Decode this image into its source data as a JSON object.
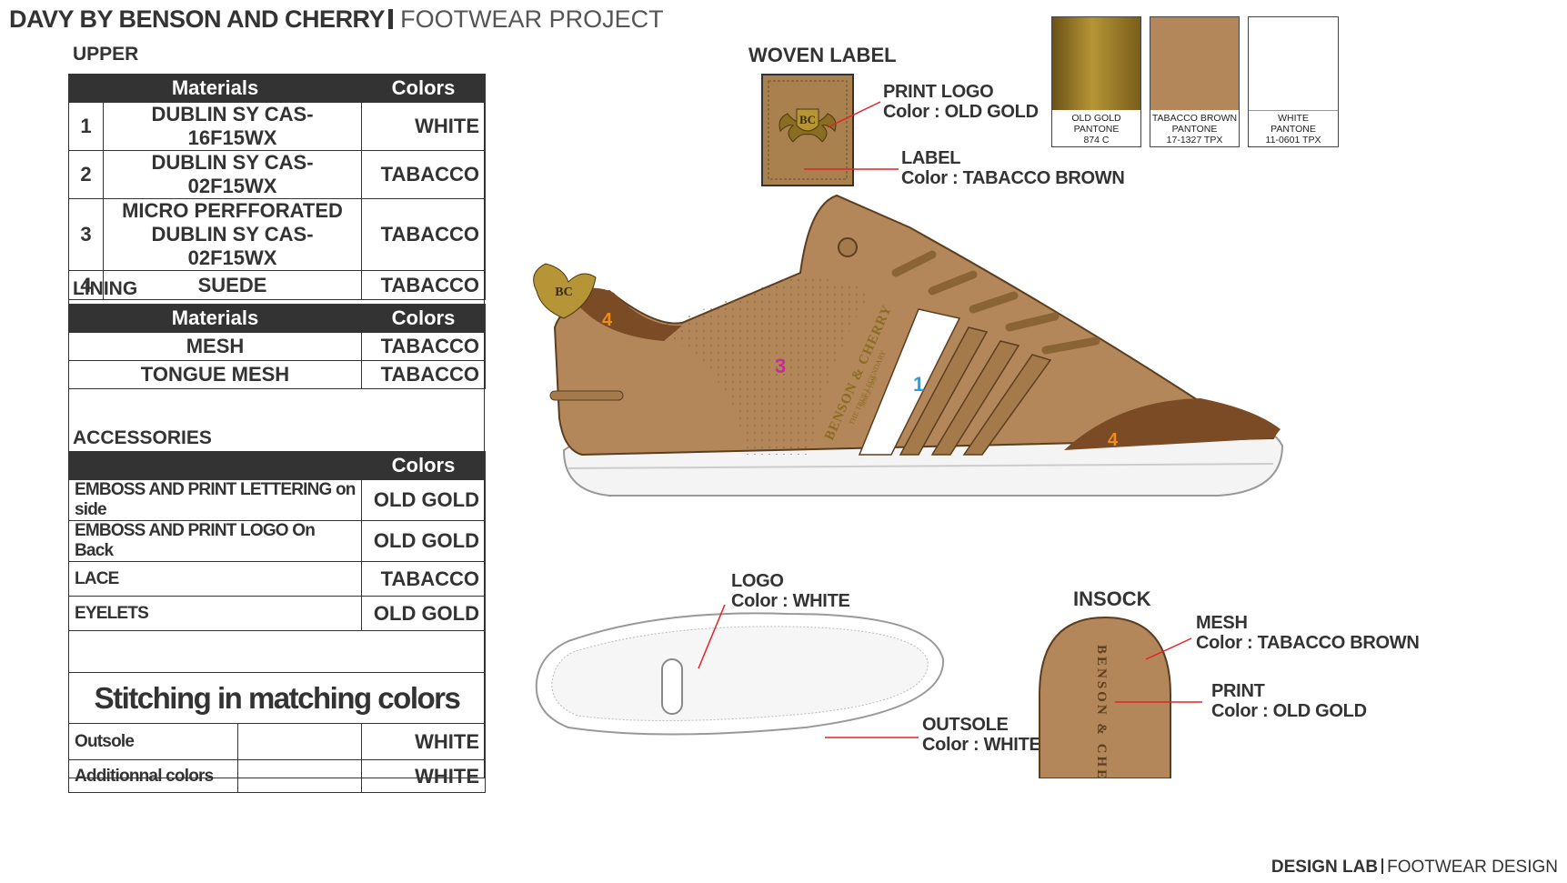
{
  "header": {
    "brand": "DAVY BY BENSON AND CHERRY",
    "project": "FOOTWEAR PROJECT"
  },
  "upper": {
    "title": "UPPER",
    "col_materials": "Materials",
    "col_colors": "Colors",
    "rows": [
      {
        "num": "1",
        "material": "DUBLIN SY  CAS-16F15WX",
        "color": "WHITE"
      },
      {
        "num": "2",
        "material": "DUBLIN SY  CAS-02F15WX",
        "color": "TABACCO"
      },
      {
        "num": "3",
        "material": "MICRO PERFFORATED",
        "material2": "DUBLIN SY  CAS-02F15WX",
        "color": "TABACCO"
      },
      {
        "num": "4",
        "material": "SUEDE",
        "color": "TABACCO"
      }
    ]
  },
  "lining": {
    "title": "LINING",
    "col_materials": "Materials",
    "col_colors": "Colors",
    "rows": [
      {
        "material": "MESH",
        "color": "TABACCO"
      },
      {
        "material": "TONGUE MESH",
        "color": "TABACCO"
      }
    ]
  },
  "accessories": {
    "title": "ACCESSORIES",
    "col_colors": "Colors",
    "rows": [
      {
        "item": "EMBOSS AND PRINT LETTERING on side",
        "color": "OLD GOLD"
      },
      {
        "item": "EMBOSS AND PRINT LOGO On Back",
        "color": "OLD GOLD"
      },
      {
        "item": "LACE",
        "color": "TABACCO"
      },
      {
        "item": "EYELETS",
        "color": "OLD GOLD"
      }
    ],
    "stitching": "Stitching in matching colors",
    "outsole_label": "Outsole",
    "outsole_color": "WHITE",
    "additional_label": "Additionnal colors",
    "additional_color": "WHITE"
  },
  "swatches": [
    {
      "name": "OLD GOLD",
      "system": "PANTONE",
      "code": "874 C",
      "color": "#8a6d22"
    },
    {
      "name": "TABACCO BROWN",
      "system": "PANTONE",
      "code": "17-1327 TPX",
      "color": "#b3875a"
    },
    {
      "name": "WHITE",
      "system": "PANTONE",
      "code": "11-0601 TPX",
      "color": "#ffffff"
    }
  ],
  "woven_label": {
    "title": "WOVEN LABEL",
    "logo_text": "BC",
    "print_logo": "PRINT LOGO",
    "print_logo_color": "Color : OLD GOLD",
    "label": "LABEL",
    "label_color": "Color : TABACCO BROWN"
  },
  "shoe": {
    "side_text": "BENSON & CHERRY",
    "side_sub": "THE TRUE LEGENDARY",
    "side_since": "SINCE 1969",
    "heel_logo": "BC",
    "marks": [
      "1",
      "3",
      "4",
      "4"
    ]
  },
  "sole": {
    "logo": "LOGO",
    "logo_color": "Color : WHITE",
    "outsole": "OUTSOLE",
    "outsole_color": "Color : WHITE"
  },
  "insock": {
    "title": "INSOCK",
    "print_text": "BENSON & CHE",
    "mesh": "MESH",
    "mesh_color": "Color : TABACCO BROWN",
    "print": "PRINT",
    "print_color": "Color : OLD GOLD"
  },
  "footer": {
    "brand": "DESIGN LAB",
    "dept": "FOOTWEAR DESIGN"
  },
  "colors": {
    "tabacco": "#b3875a",
    "old_gold": "#8a6d22",
    "stitch_red": "#e2232a"
  }
}
